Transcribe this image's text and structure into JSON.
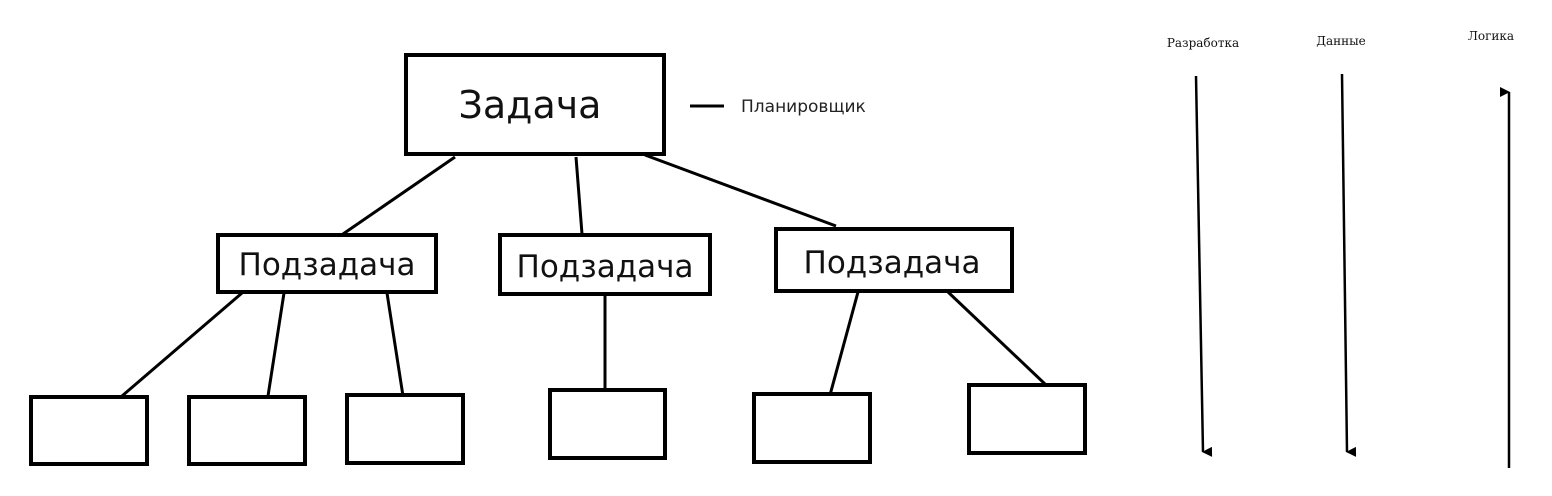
{
  "root": {
    "label": "Задача"
  },
  "root_annotation": {
    "label": "Планировщик"
  },
  "subtasks": [
    {
      "label": "Подзадача"
    },
    {
      "label": "Подзадача"
    },
    {
      "label": "Подзадача"
    }
  ],
  "leaf_groups": [
    {
      "parent": 0,
      "count": 3
    },
    {
      "parent": 1,
      "count": 1
    },
    {
      "parent": 2,
      "count": 2
    }
  ],
  "flows": [
    {
      "label": "Разработка",
      "direction": "down"
    },
    {
      "label": "Данные",
      "direction": "down"
    },
    {
      "label": "Логика",
      "direction": "up"
    }
  ],
  "colors": {
    "line": "#000000",
    "background": "#ffffff"
  }
}
